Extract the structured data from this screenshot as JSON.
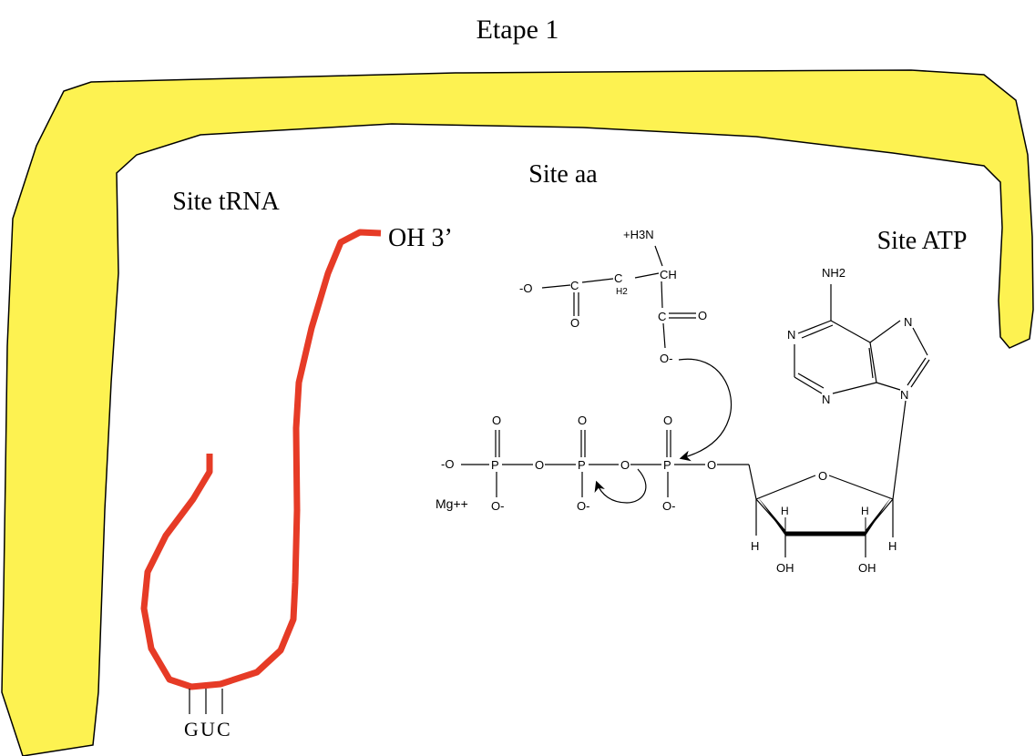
{
  "title": "Etape 1",
  "sites": {
    "trna": "Site tRNA",
    "aa": "Site aa",
    "atp": "Site ATP"
  },
  "trna": {
    "end_label": "OH 3’",
    "anticodon": [
      "G",
      "U",
      "C"
    ],
    "color": "#e63b26"
  },
  "enzyme": {
    "fill": "#fdf251",
    "stroke": "#000000"
  },
  "amino_acid": {
    "ammonium": "+H3N",
    "ch": "CH",
    "ch2": "H2",
    "c_side": "C",
    "c_main": "C",
    "o_neg_left": "-O",
    "o_dbl_side": "O",
    "o_dbl_main": "O",
    "o_neg_attack": "O-"
  },
  "atp": {
    "phosphate_p": "P",
    "o_label": "O",
    "o_neg_label": "O-",
    "terminal_o": "-O",
    "mg": "Mg++",
    "ring_o": "O",
    "sugar_h": "H",
    "hydroxyl": "OH",
    "amino": "NH2",
    "n_label": "N"
  }
}
